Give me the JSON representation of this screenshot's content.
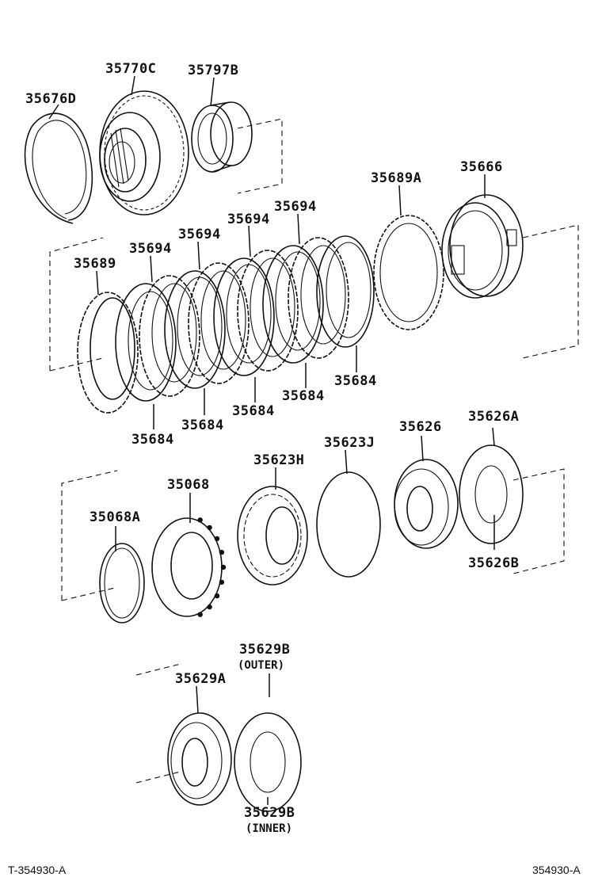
{
  "parts": {
    "p35676D": "35676D",
    "p35770C": "35770C",
    "p35797B": "35797B",
    "p35689A": "35689A",
    "p35666": "35666",
    "p35694_a": "35694",
    "p35694_b": "35694",
    "p35694_c": "35694",
    "p35694_d": "35694",
    "p35689": "35689",
    "p35684_a": "35684",
    "p35684_b": "35684",
    "p35684_c": "35684",
    "p35684_d": "35684",
    "p35684_e": "35684",
    "p35623J": "35623J",
    "p35626": "35626",
    "p35626A": "35626A",
    "p35623H": "35623H",
    "p35068": "35068",
    "p35068A": "35068A",
    "p35626B": "35626B",
    "p35629B_outer": "35629B",
    "outer_note": "(OUTER)",
    "p35629A": "35629A",
    "p35629B_inner": "35629B",
    "inner_note": "(INNER)"
  },
  "footer": {
    "left_code": "T-354930-A",
    "right_code": "354930-A"
  }
}
